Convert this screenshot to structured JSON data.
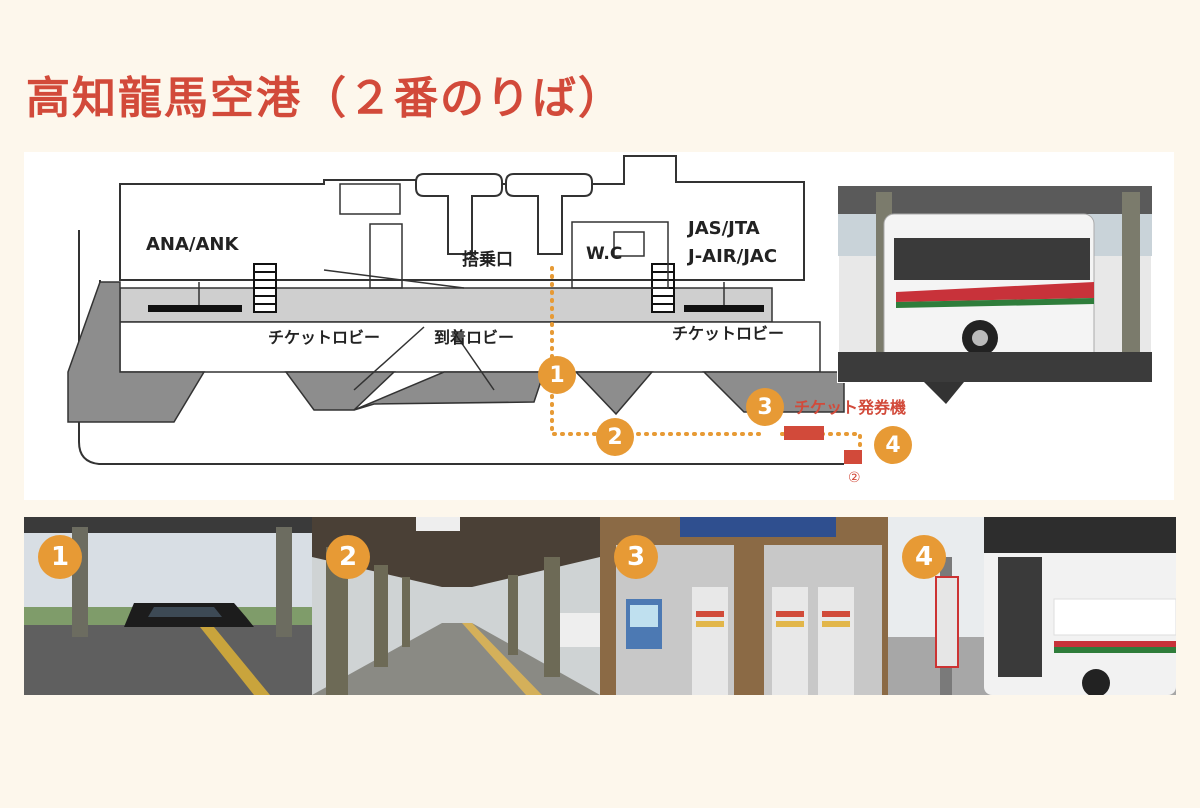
{
  "title": "高知龍馬空港（２番のりば）",
  "map": {
    "labels": {
      "ana": "ANA/ANK",
      "boarding": "搭乗口",
      "wc": "W.C",
      "jas_line1": "JAS/JTA",
      "jas_line2": "J-AIR/JAC",
      "ticket_lobby_left": "チケットロビー",
      "arrival_lobby": "到着ロビー",
      "ticket_lobby_right": "チケットロビー",
      "ticket_machine": "チケット発券機",
      "platform_mark": "②"
    },
    "route_markers": [
      "1",
      "2",
      "3",
      "4"
    ]
  },
  "photos": [
    {
      "badge": "1",
      "scene": "terminal-exit"
    },
    {
      "badge": "2",
      "scene": "covered-walkway"
    },
    {
      "badge": "3",
      "scene": "ticket-machines"
    },
    {
      "badge": "4",
      "scene": "bus-stop"
    }
  ],
  "colors": {
    "title": "#d24a3a",
    "marker": "#e79a35",
    "ticket": "#d24a3a",
    "background": "#fdf7ec"
  }
}
